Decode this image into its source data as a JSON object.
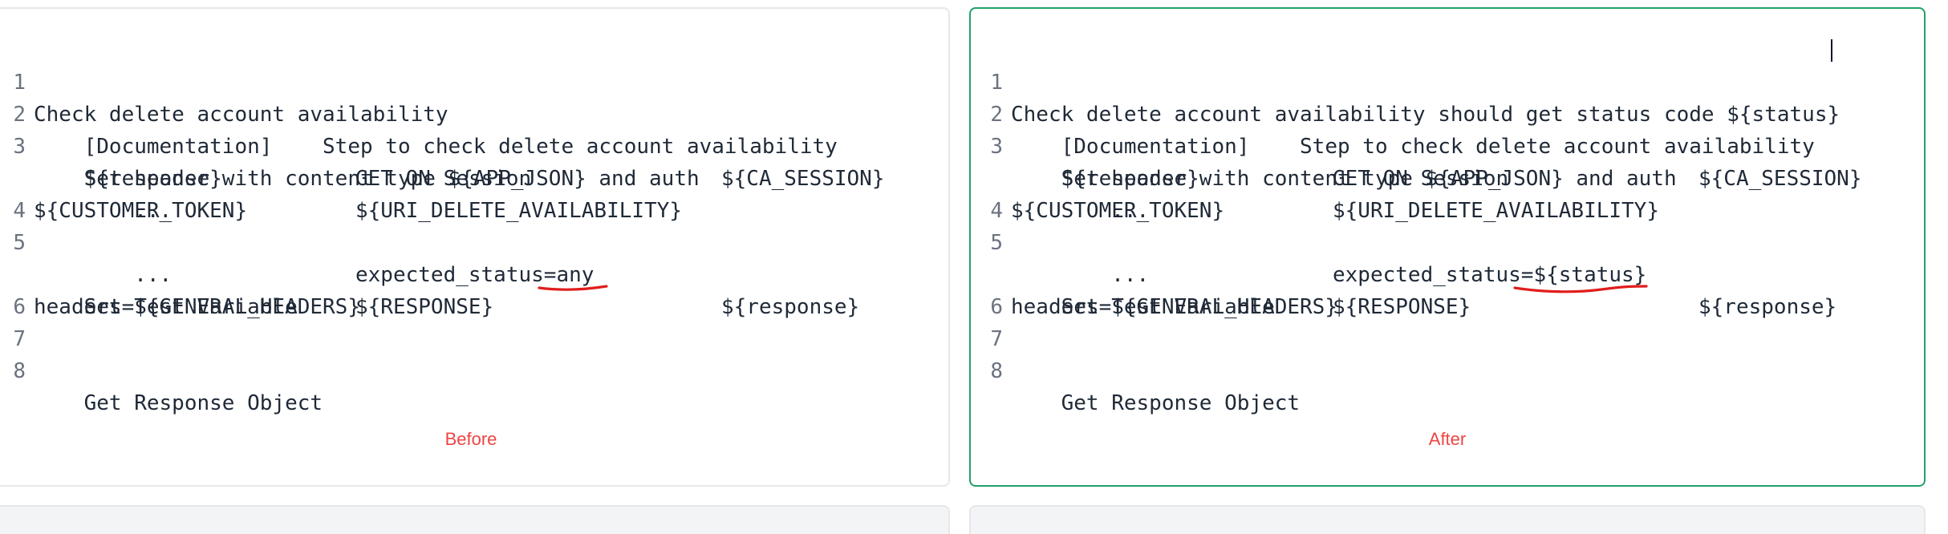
{
  "before": {
    "caption": "Before",
    "lines": [
      {
        "n": "1",
        "segs": [
          "Check delete account availability"
        ]
      },
      {
        "n": "2",
        "segs": [
          "    [Documentation]    Step to check delete account availability"
        ]
      },
      {
        "n": "3",
        "segs": [
          "    Set header with content type ${APP_JSON} and auth"
        ]
      },
      {
        "n": "",
        "segs": [
          "${CUSTOMER_TOKEN}"
        ]
      },
      {
        "n": "4",
        "segs": [
          "    ${response}",
          "GET ON Session",
          "${CA_SESSION}"
        ]
      },
      {
        "n": "5",
        "segs": [
          "        ...",
          "${URI_DELETE_AVAILABILITY}"
        ]
      },
      {
        "n": "",
        "segs": [
          "headers=${GENERAL_HEADERS}"
        ]
      },
      {
        "n": "6",
        "segs": [
          "        ...",
          "expected_status=any"
        ]
      },
      {
        "n": "7",
        "segs": [
          "    Set Test Variable",
          "${RESPONSE}",
          "${response}"
        ]
      },
      {
        "n": "8",
        "segs": [
          "    Get Response Object"
        ]
      }
    ]
  },
  "after": {
    "caption": "After",
    "lines": [
      {
        "n": "1",
        "segs": [
          "Check delete account availability should get status code ${status}"
        ]
      },
      {
        "n": "2",
        "segs": [
          "    [Documentation]    Step to check delete account availability"
        ]
      },
      {
        "n": "3",
        "segs": [
          "    Set header with content type ${APP_JSON} and auth"
        ]
      },
      {
        "n": "",
        "segs": [
          "${CUSTOMER_TOKEN}"
        ]
      },
      {
        "n": "4",
        "segs": [
          "    ${response}",
          "GET ON Session",
          "${CA_SESSION}"
        ]
      },
      {
        "n": "5",
        "segs": [
          "        ...",
          "${URI_DELETE_AVAILABILITY}"
        ]
      },
      {
        "n": "",
        "segs": [
          "headers=${GENERAL_HEADERS}"
        ]
      },
      {
        "n": "6",
        "segs": [
          "        ...",
          "expected_status=${status}"
        ]
      },
      {
        "n": "7",
        "segs": [
          "    Set Test Variable",
          "${RESPONSE}",
          "${response}"
        ]
      },
      {
        "n": "8",
        "segs": [
          "    Get Response Object"
        ]
      }
    ]
  },
  "colors": {
    "accent_border": "#22a06b",
    "caption": "#ef4444",
    "annotation": "#e11d1d"
  }
}
